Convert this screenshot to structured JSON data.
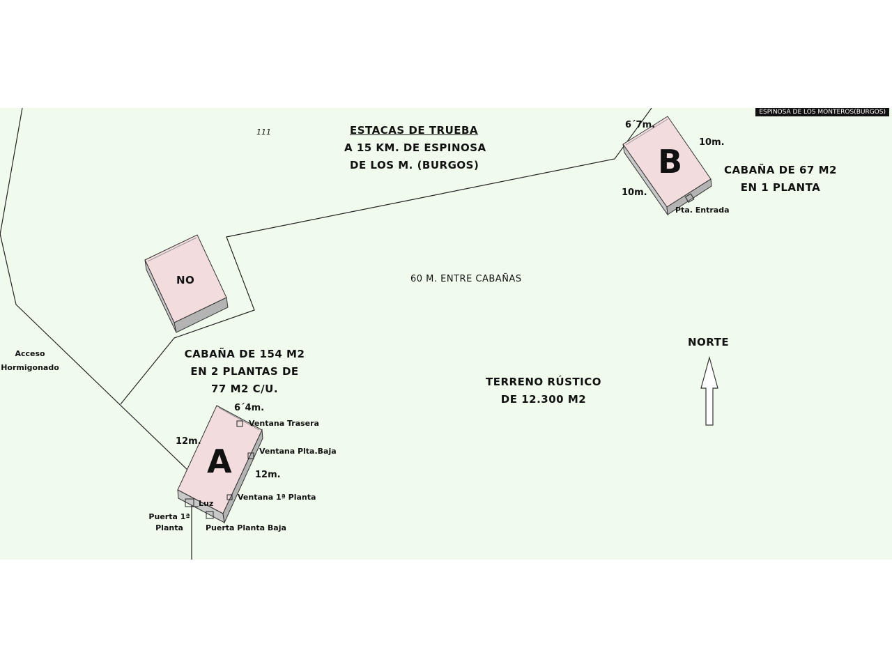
{
  "location_tag": "ESPINOSA DE LOS MONTEROS(BURGOS)",
  "title": {
    "line1": "ESTACAS DE TRUEBA",
    "line2": "A 15 KM. DE ESPINOSA",
    "line3": "DE LOS M. (BURGOS)"
  },
  "mark_111": "111",
  "cabin_b": {
    "letter": "B",
    "dim_top": "6´7m.",
    "dim_right": "10m.",
    "dim_left": "10m.",
    "door": "Pta. Entrada",
    "desc_line1": "CABAÑA DE 67 M2",
    "desc_line2": "EN 1 PLANTA"
  },
  "block_no": {
    "label": "NO"
  },
  "distance_between": "60 M. ENTRE CABAÑAS",
  "north": {
    "label": "NORTE"
  },
  "access": {
    "line1": "Acceso",
    "line2": "Hormigonado"
  },
  "cabin_a": {
    "letter": "A",
    "desc_line1": "CABAÑA DE 154 M2",
    "desc_line2": "EN 2 PLANTAS DE",
    "desc_line3": "77 M2 C/U.",
    "dim_top": "6´4m.",
    "dim_left": "12m.",
    "dim_right": "12m.",
    "window_back": "Ventana Trasera",
    "window_ground": "Ventana Plta.Baja",
    "window_first": "Ventana 1ª Planta",
    "light": "Luz",
    "door_first_line1": "Puerta 1ª",
    "door_first_line2": "Planta",
    "door_ground": "Puerta Planta Baja"
  },
  "terrain": {
    "line1": "TERRENO RÚSTICO",
    "line2": "DE 12.300 M2"
  }
}
